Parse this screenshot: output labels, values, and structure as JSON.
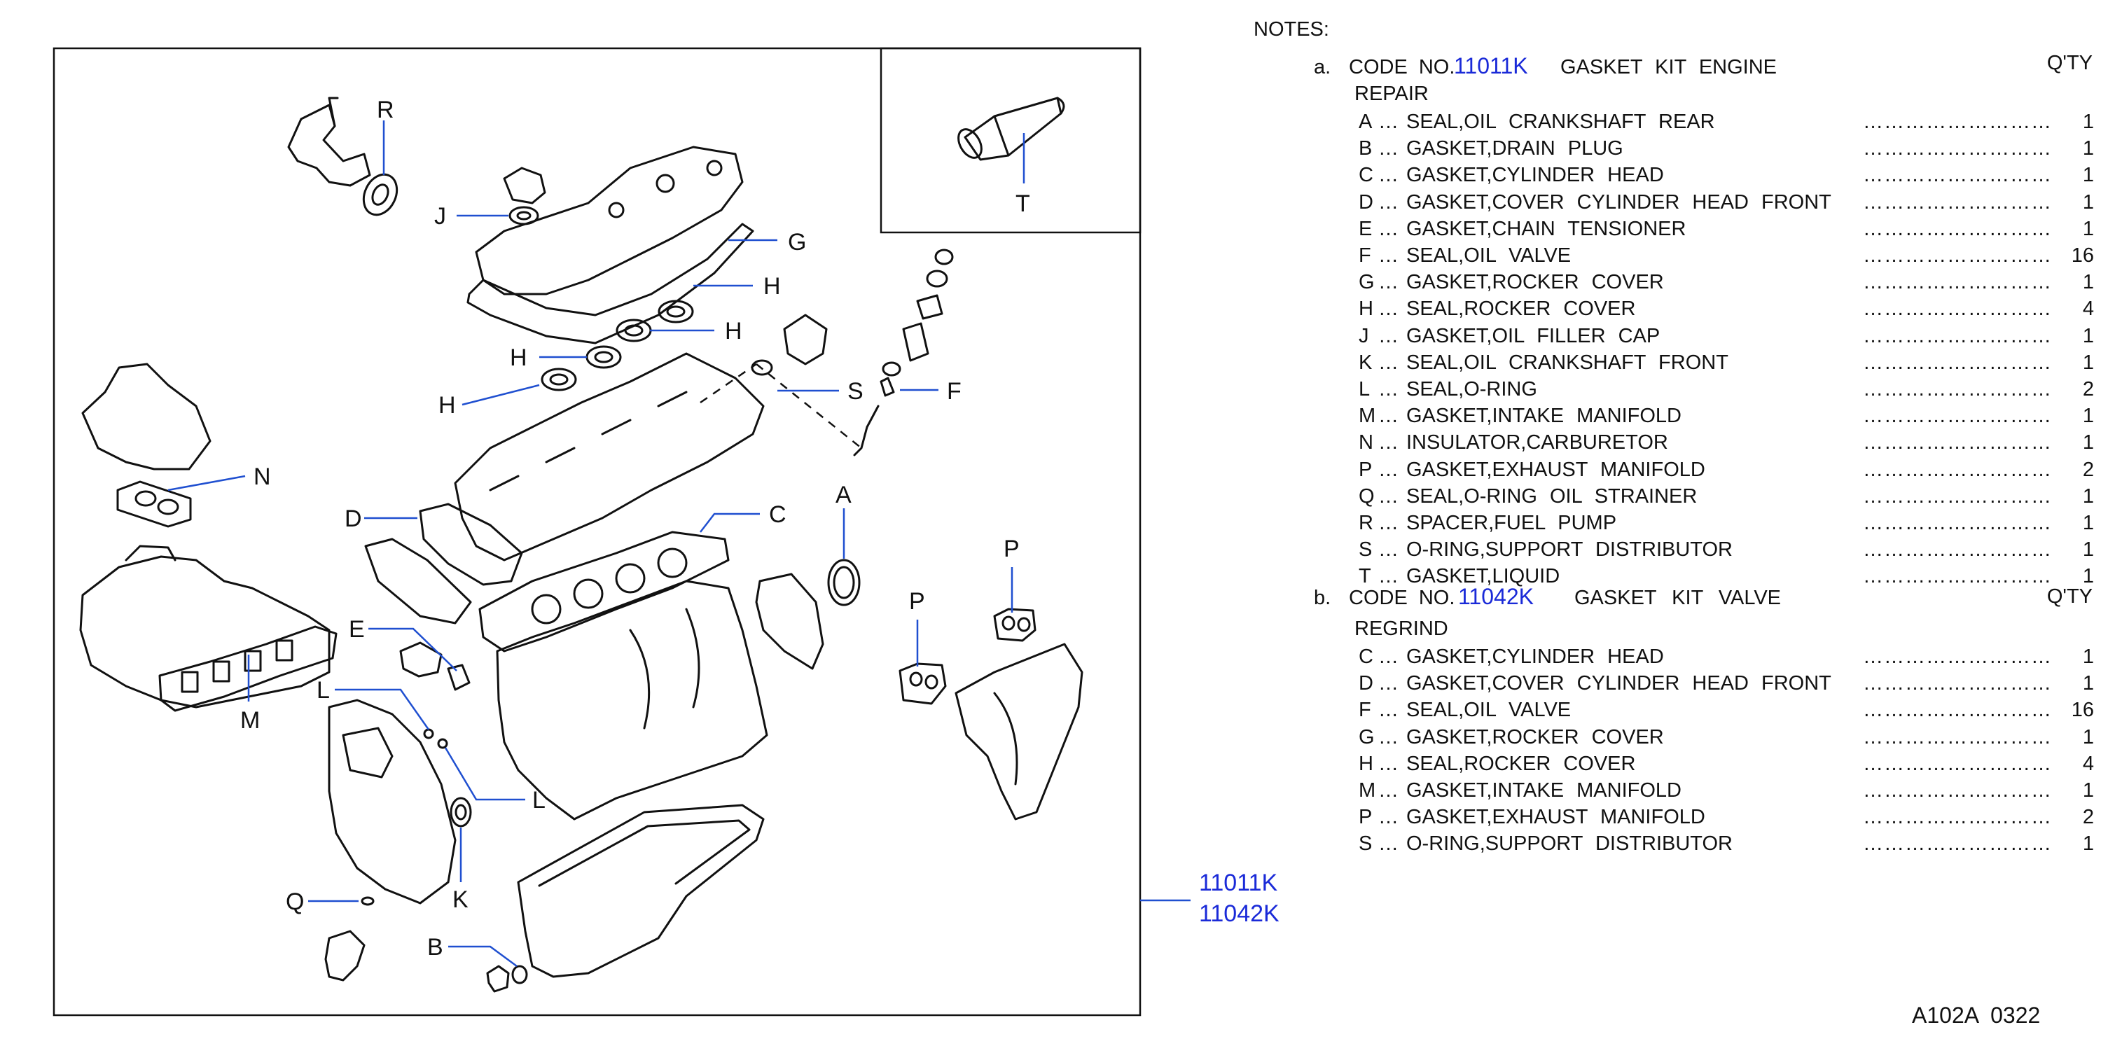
{
  "notes_title": "NOTES:",
  "kits": [
    {
      "index": "a.",
      "code_label": "CODE NO.",
      "code": "11011K",
      "title": "GASKET KIT ENGINE",
      "title_cont": "REPAIR",
      "qty_header": "Q'TY",
      "items": [
        {
          "letter": "A",
          "name": "SEAL,OIL CRANKSHAFT REAR",
          "qty": "1"
        },
        {
          "letter": "B",
          "name": "GASKET,DRAIN PLUG",
          "qty": "1"
        },
        {
          "letter": "C",
          "name": "GASKET,CYLINDER HEAD",
          "qty": "1"
        },
        {
          "letter": "D",
          "name": "GASKET,COVER CYLINDER HEAD FRONT",
          "qty": "1"
        },
        {
          "letter": "E",
          "name": "GASKET,CHAIN TENSIONER",
          "qty": "1"
        },
        {
          "letter": "F",
          "name": "SEAL,OIL VALVE",
          "qty": "16"
        },
        {
          "letter": "G",
          "name": "GASKET,ROCKER COVER",
          "qty": "1"
        },
        {
          "letter": "H",
          "name": "SEAL,ROCKER COVER",
          "qty": "4"
        },
        {
          "letter": "J",
          "name": "GASKET,OIL FILLER CAP",
          "qty": "1"
        },
        {
          "letter": "K",
          "name": "SEAL,OIL CRANKSHAFT FRONT",
          "qty": "1"
        },
        {
          "letter": "L",
          "name": "SEAL,O-RING",
          "qty": "2"
        },
        {
          "letter": "M",
          "name": "GASKET,INTAKE MANIFOLD",
          "qty": "1"
        },
        {
          "letter": "N",
          "name": "INSULATOR,CARBURETOR",
          "qty": "1"
        },
        {
          "letter": "P",
          "name": "GASKET,EXHAUST MANIFOLD",
          "qty": "2"
        },
        {
          "letter": "Q",
          "name": "SEAL,O-RING OIL STRAINER",
          "qty": "1"
        },
        {
          "letter": "R",
          "name": "SPACER,FUEL PUMP",
          "qty": "1"
        },
        {
          "letter": "S",
          "name": "O-RING,SUPPORT DISTRIBUTOR",
          "qty": "1"
        },
        {
          "letter": "T",
          "name": "GASKET,LIQUID",
          "qty": "1"
        }
      ]
    },
    {
      "index": "b.",
      "code_label": "CODE NO.",
      "code": "11042K",
      "title": "GASKET KIT VALVE",
      "title_cont": "REGRIND",
      "qty_header": "Q'TY",
      "items": [
        {
          "letter": "C",
          "name": "GASKET,CYLINDER HEAD",
          "qty": "1"
        },
        {
          "letter": "D",
          "name": "GASKET,COVER CYLINDER HEAD FRONT",
          "qty": "1"
        },
        {
          "letter": "F",
          "name": "SEAL,OIL VALVE",
          "qty": "16"
        },
        {
          "letter": "G",
          "name": "GASKET,ROCKER COVER",
          "qty": "1"
        },
        {
          "letter": "H",
          "name": "SEAL,ROCKER COVER",
          "qty": "4"
        },
        {
          "letter": "M",
          "name": "GASKET,INTAKE MANIFOLD",
          "qty": "1"
        },
        {
          "letter": "P",
          "name": "GASKET,EXHAUST MANIFOLD",
          "qty": "2"
        },
        {
          "letter": "S",
          "name": "O-RING,SUPPORT DISTRIBUTOR",
          "qty": "1"
        }
      ]
    }
  ],
  "diagram": {
    "labels": {
      "R": "R",
      "J": "J",
      "G": "G",
      "H": "H",
      "S": "S",
      "F": "F",
      "N": "N",
      "D": "D",
      "C": "C",
      "A": "A",
      "P": "P",
      "E": "E",
      "L": "L",
      "M": "M",
      "K": "K",
      "Q": "Q",
      "B": "B",
      "T": "T"
    },
    "callout_codes": [
      "11011K",
      "11042K"
    ]
  },
  "catalog_id": "A102A  0322"
}
